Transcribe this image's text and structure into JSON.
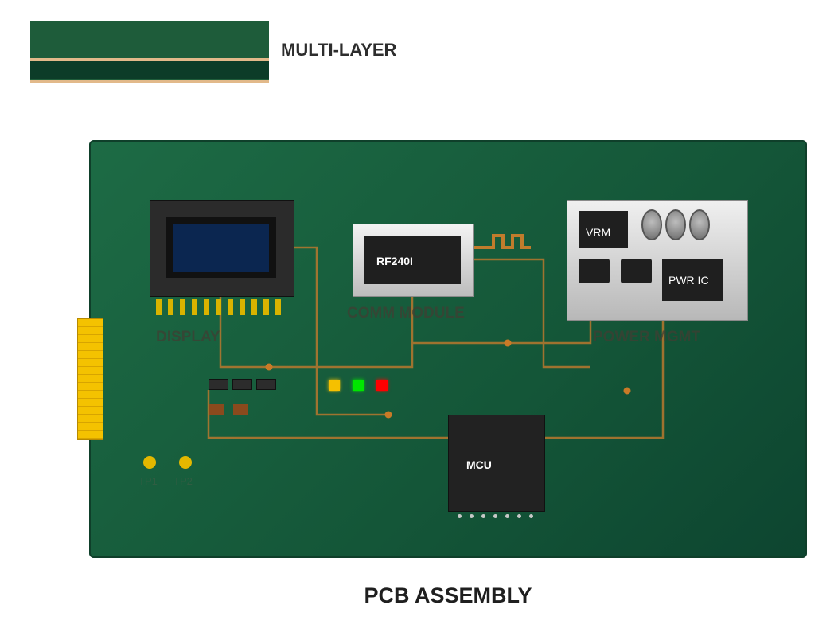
{
  "legend": {
    "label": "MULTI-LAYER"
  },
  "modules": {
    "display": {
      "label": "DISPLAY"
    },
    "comm": {
      "label": "COMM MODULE",
      "chip": "RF240I"
    },
    "power": {
      "label": "POWER MGMT",
      "vrm": "VRM",
      "pwr_ic": "PWR IC"
    },
    "mcu": {
      "label": "MCU"
    }
  },
  "test_points": [
    "TP1",
    "TP2"
  ],
  "leds": [
    "#f5c000",
    "#00e600",
    "#ff0000"
  ],
  "colors": {
    "board": "#1a6040",
    "trace": "#b8782e",
    "gold": "#f4c200"
  },
  "caption": "PCB ASSEMBLY"
}
